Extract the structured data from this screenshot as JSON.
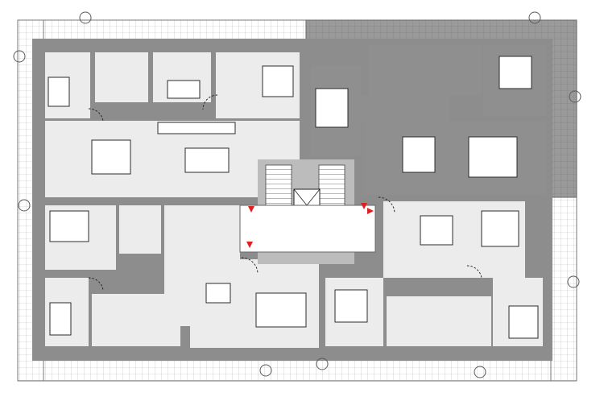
{
  "plan": {
    "elements": [
      {
        "name": "terrace-north"
      },
      {
        "name": "terrace-south"
      },
      {
        "name": "terrace-east"
      },
      {
        "name": "terrace-west"
      },
      {
        "name": "apartment-north-west"
      },
      {
        "name": "apartment-north-east-highlighted"
      },
      {
        "name": "apartment-south-west"
      },
      {
        "name": "apartment-south-east"
      },
      {
        "name": "stair-core"
      },
      {
        "name": "elevator"
      },
      {
        "name": "landing-hall"
      }
    ],
    "entrance_markers": 4,
    "marker_color": "#e02020",
    "highlight_color": "#8f8f8f",
    "wall_color": "#8d8d8d",
    "floor_color": "#ececec",
    "terrace_grid": true
  }
}
